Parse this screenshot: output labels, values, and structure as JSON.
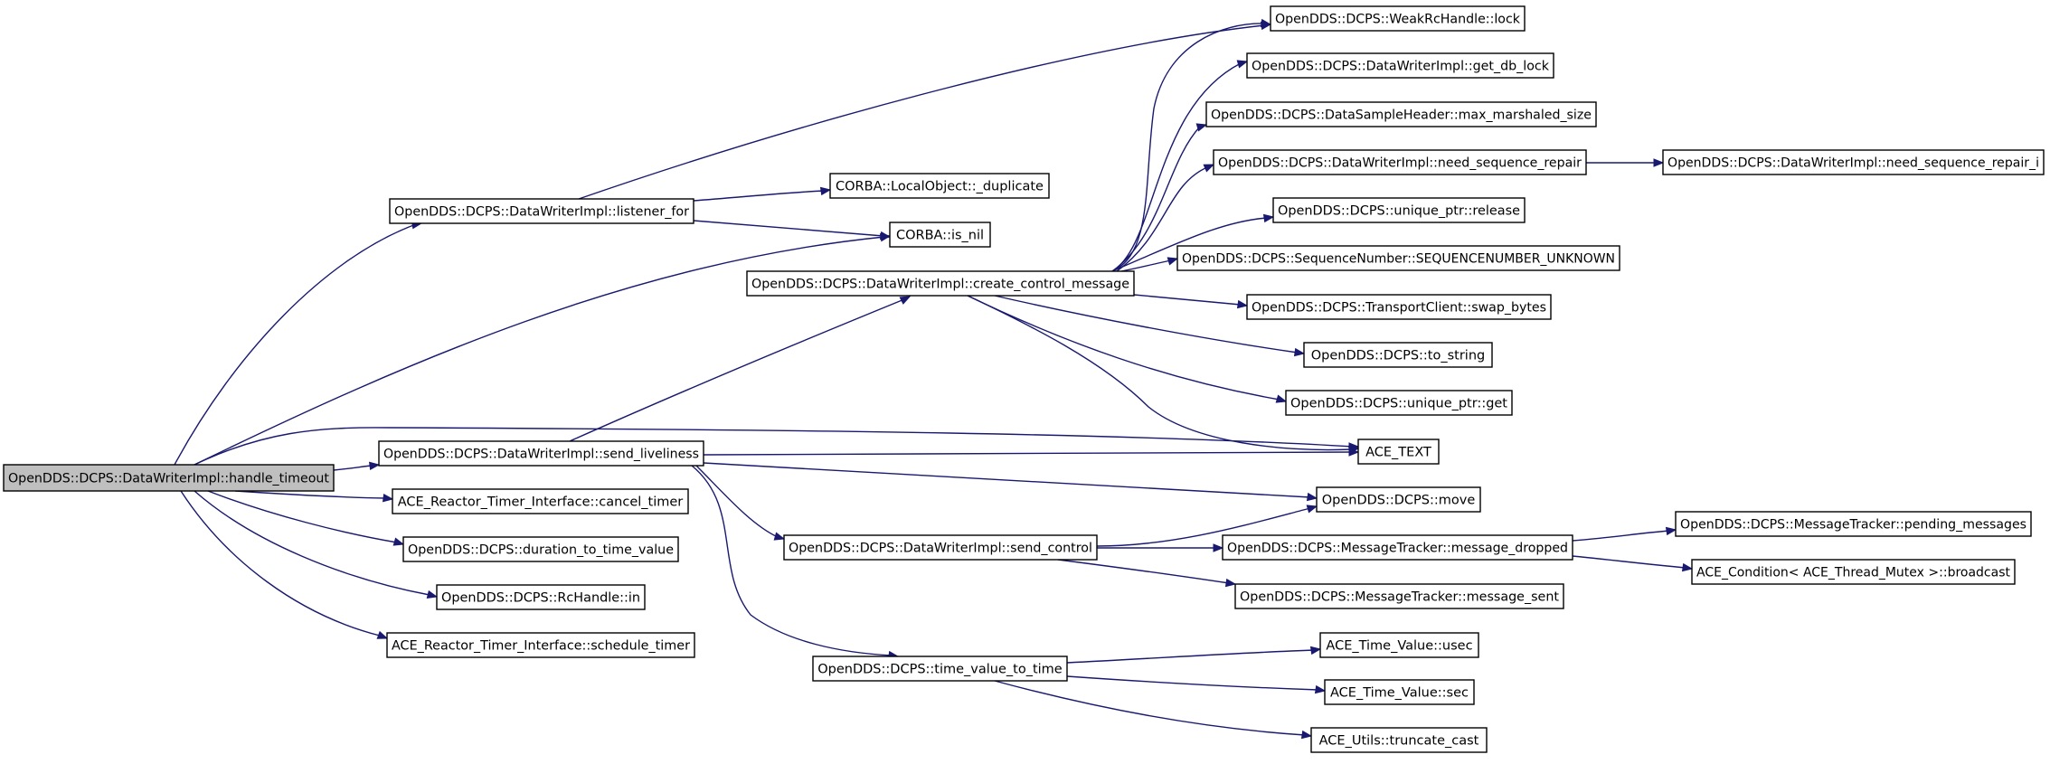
{
  "diagram": {
    "type": "call-graph",
    "root": "n_root",
    "nodes": [
      {
        "id": "n_root",
        "label": "OpenDDS::DCPS::DataWriterImpl::handle_timeout",
        "root": true
      },
      {
        "id": "n_listener_for",
        "label": "OpenDDS::DCPS::DataWriterImpl::listener_for"
      },
      {
        "id": "n_send_liveliness",
        "label": "OpenDDS::DCPS::DataWriterImpl::send_liveliness"
      },
      {
        "id": "n_cancel_timer",
        "label": "ACE_Reactor_Timer_Interface::cancel_timer"
      },
      {
        "id": "n_duration",
        "label": "OpenDDS::DCPS::duration_to_time_value"
      },
      {
        "id": "n_rchandle_in",
        "label": "OpenDDS::DCPS::RcHandle::in"
      },
      {
        "id": "n_schedule_timer",
        "label": "ACE_Reactor_Timer_Interface::schedule_timer"
      },
      {
        "id": "n_duplicate",
        "label": "CORBA::LocalObject::_duplicate"
      },
      {
        "id": "n_is_nil",
        "label": "CORBA::is_nil"
      },
      {
        "id": "n_create_ctrl",
        "label": "OpenDDS::DCPS::DataWriterImpl::create_control_message"
      },
      {
        "id": "n_send_control",
        "label": "OpenDDS::DCPS::DataWriterImpl::send_control"
      },
      {
        "id": "n_time_value_to_time",
        "label": "OpenDDS::DCPS::time_value_to_time"
      },
      {
        "id": "n_lock",
        "label": "OpenDDS::DCPS::WeakRcHandle::lock"
      },
      {
        "id": "n_get_db_lock",
        "label": "OpenDDS::DCPS::DataWriterImpl::get_db_lock"
      },
      {
        "id": "n_max_marshaled",
        "label": "OpenDDS::DCPS::DataSampleHeader::max_marshaled_size"
      },
      {
        "id": "n_need_seq_repair",
        "label": "OpenDDS::DCPS::DataWriterImpl::need_sequence_repair"
      },
      {
        "id": "n_need_seq_repair_i",
        "label": "OpenDDS::DCPS::DataWriterImpl::need_sequence_repair_i"
      },
      {
        "id": "n_uptr_release",
        "label": "OpenDDS::DCPS::unique_ptr::release"
      },
      {
        "id": "n_seqnum_unknown",
        "label": "OpenDDS::DCPS::SequenceNumber::SEQUENCENUMBER_UNKNOWN"
      },
      {
        "id": "n_swap_bytes",
        "label": "OpenDDS::DCPS::TransportClient::swap_bytes"
      },
      {
        "id": "n_to_string",
        "label": "OpenDDS::DCPS::to_string"
      },
      {
        "id": "n_uptr_get",
        "label": "OpenDDS::DCPS::unique_ptr::get"
      },
      {
        "id": "n_ace_text",
        "label": "ACE_TEXT"
      },
      {
        "id": "n_move",
        "label": "OpenDDS::DCPS::move"
      },
      {
        "id": "n_msg_dropped",
        "label": "OpenDDS::DCPS::MessageTracker::message_dropped"
      },
      {
        "id": "n_msg_sent",
        "label": "OpenDDS::DCPS::MessageTracker::message_sent"
      },
      {
        "id": "n_pending",
        "label": "OpenDDS::DCPS::MessageTracker::pending_messages"
      },
      {
        "id": "n_broadcast",
        "label": "ACE_Condition< ACE_Thread_Mutex >::broadcast"
      },
      {
        "id": "n_usec",
        "label": "ACE_Time_Value::usec"
      },
      {
        "id": "n_sec",
        "label": "ACE_Time_Value::sec"
      },
      {
        "id": "n_truncate",
        "label": "ACE_Utils::truncate_cast"
      }
    ],
    "edges": [
      {
        "from": "n_root",
        "to": "n_listener_for"
      },
      {
        "from": "n_root",
        "to": "n_is_nil"
      },
      {
        "from": "n_root",
        "to": "n_ace_text"
      },
      {
        "from": "n_root",
        "to": "n_send_liveliness"
      },
      {
        "from": "n_root",
        "to": "n_cancel_timer"
      },
      {
        "from": "n_root",
        "to": "n_duration"
      },
      {
        "from": "n_root",
        "to": "n_rchandle_in"
      },
      {
        "from": "n_root",
        "to": "n_schedule_timer"
      },
      {
        "from": "n_listener_for",
        "to": "n_lock"
      },
      {
        "from": "n_listener_for",
        "to": "n_duplicate"
      },
      {
        "from": "n_listener_for",
        "to": "n_is_nil"
      },
      {
        "from": "n_send_liveliness",
        "to": "n_create_ctrl"
      },
      {
        "from": "n_send_liveliness",
        "to": "n_ace_text"
      },
      {
        "from": "n_send_liveliness",
        "to": "n_move"
      },
      {
        "from": "n_send_liveliness",
        "to": "n_send_control"
      },
      {
        "from": "n_send_liveliness",
        "to": "n_time_value_to_time"
      },
      {
        "from": "n_create_ctrl",
        "to": "n_lock"
      },
      {
        "from": "n_create_ctrl",
        "to": "n_get_db_lock"
      },
      {
        "from": "n_create_ctrl",
        "to": "n_max_marshaled"
      },
      {
        "from": "n_create_ctrl",
        "to": "n_need_seq_repair"
      },
      {
        "from": "n_create_ctrl",
        "to": "n_uptr_release"
      },
      {
        "from": "n_create_ctrl",
        "to": "n_seqnum_unknown"
      },
      {
        "from": "n_create_ctrl",
        "to": "n_swap_bytes"
      },
      {
        "from": "n_create_ctrl",
        "to": "n_to_string"
      },
      {
        "from": "n_create_ctrl",
        "to": "n_uptr_get"
      },
      {
        "from": "n_create_ctrl",
        "to": "n_ace_text"
      },
      {
        "from": "n_need_seq_repair",
        "to": "n_need_seq_repair_i"
      },
      {
        "from": "n_send_control",
        "to": "n_move"
      },
      {
        "from": "n_send_control",
        "to": "n_msg_dropped"
      },
      {
        "from": "n_send_control",
        "to": "n_msg_sent"
      },
      {
        "from": "n_msg_dropped",
        "to": "n_pending"
      },
      {
        "from": "n_msg_dropped",
        "to": "n_broadcast"
      },
      {
        "from": "n_time_value_to_time",
        "to": "n_usec"
      },
      {
        "from": "n_time_value_to_time",
        "to": "n_sec"
      },
      {
        "from": "n_time_value_to_time",
        "to": "n_truncate"
      }
    ]
  },
  "colors": {
    "edge": "#191970",
    "node_border": "#000000",
    "node_fill": "#ffffff",
    "root_fill": "#bfbfbf"
  }
}
